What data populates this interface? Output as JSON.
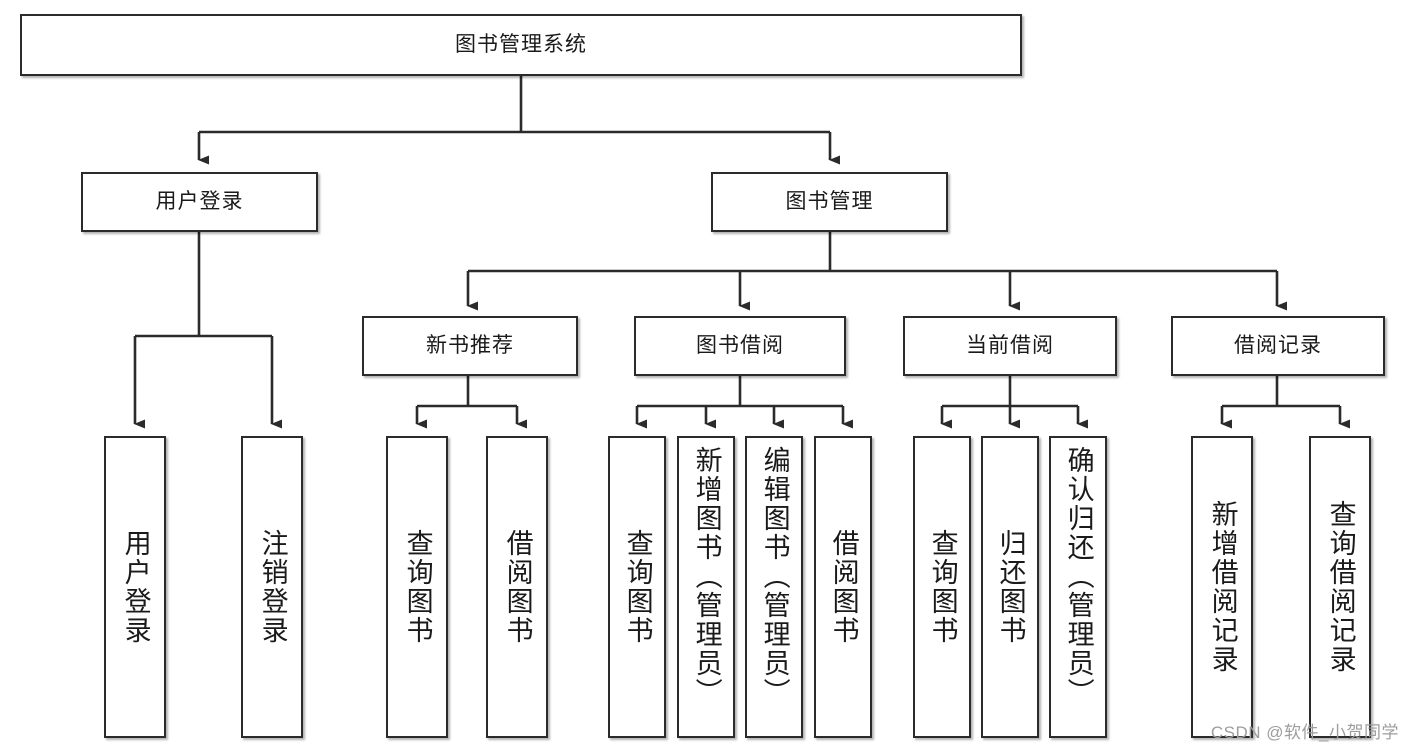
{
  "diagram": {
    "title": "图书管理系统",
    "type": "tree-hierarchy",
    "watermark": "CSDN @软件_小贺同学",
    "colors": {
      "background": "#ffffff",
      "node_border": "#2b2b2b",
      "node_fill": "#ffffff",
      "edge": "#2b2b2b",
      "text": "#1a1a1a",
      "watermark": "#9d9d9d"
    },
    "root": {
      "label": "图书管理系统"
    },
    "level1": [
      {
        "label": "用户登录"
      },
      {
        "label": "图书管理"
      }
    ],
    "level2": [
      {
        "label": "新书推荐"
      },
      {
        "label": "图书借阅"
      },
      {
        "label": "当前借阅"
      },
      {
        "label": "借阅记录"
      }
    ],
    "leaves": {
      "user_login": [
        {
          "label": "用户登录"
        },
        {
          "label": "注销登录"
        }
      ],
      "new_book_recommend": [
        {
          "label": "查询图书"
        },
        {
          "label": "借阅图书"
        }
      ],
      "book_borrow": [
        {
          "label": "查询图书"
        },
        {
          "label": "新增图书（管理员）"
        },
        {
          "label": "编辑图书（管理员）"
        },
        {
          "label": "借阅图书"
        }
      ],
      "current_borrow": [
        {
          "label": "查询图书"
        },
        {
          "label": "归还图书"
        },
        {
          "label": "确认归还（管理员）"
        }
      ],
      "borrow_record": [
        {
          "label": "新增借阅记录"
        },
        {
          "label": "查询借阅记录"
        }
      ]
    }
  }
}
